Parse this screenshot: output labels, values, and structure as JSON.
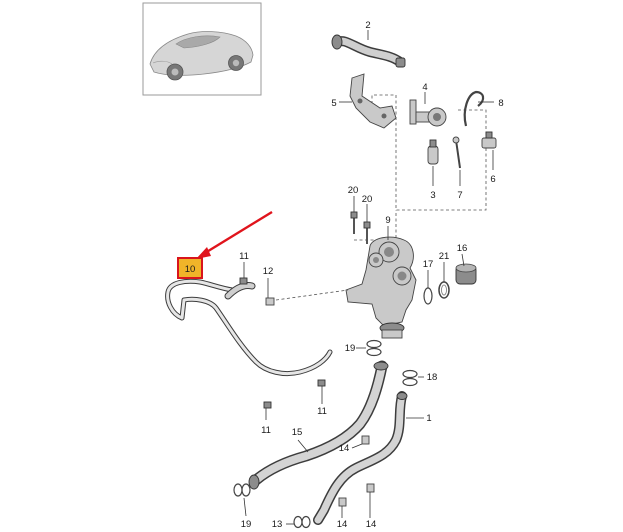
{
  "callouts": {
    "c1": "1",
    "c2": "2",
    "c3": "3",
    "c4": "4",
    "c5": "5",
    "c6": "6",
    "c7": "7",
    "c8": "8",
    "c9": "9",
    "c10": "10",
    "c11a": "11",
    "c11b": "11",
    "c11c": "11",
    "c12": "12",
    "c13": "13",
    "c14a": "14",
    "c14b": "14",
    "c14c": "14",
    "c15": "15",
    "c16": "16",
    "c17": "17",
    "c18": "18",
    "c19a": "19",
    "c19b": "19",
    "c20a": "20",
    "c20b": "20",
    "c21": "21"
  },
  "colors": {
    "highlight_fill": "#f0b429",
    "highlight_border": "#d9141c",
    "arrow": "#e0141c"
  }
}
